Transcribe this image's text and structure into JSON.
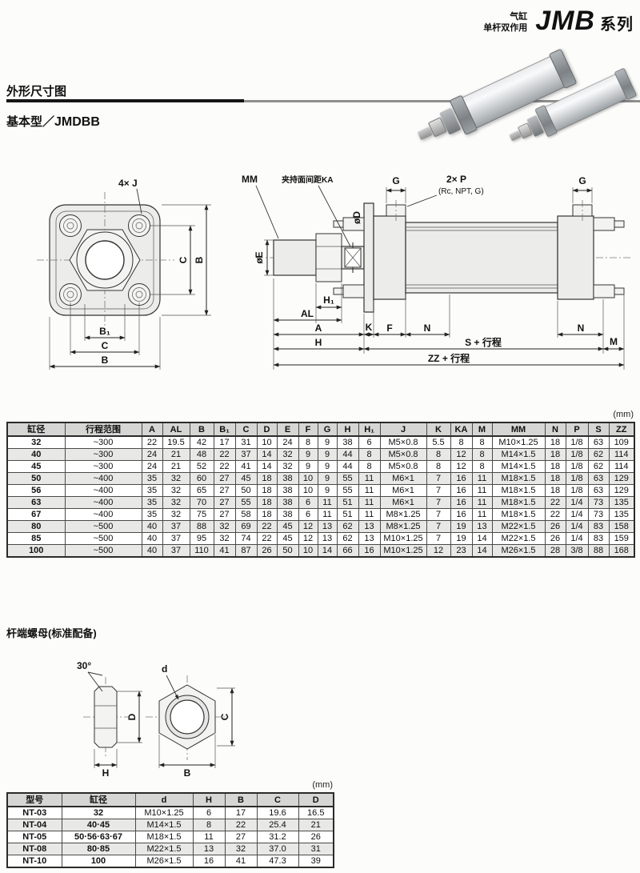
{
  "header": {
    "product_type_line1": "气缸",
    "product_type_line2": "单杆双作用",
    "series_name": "JMB",
    "series_suffix": "系列"
  },
  "sections": {
    "dimensions_title": "外形尺寸图",
    "basic_type_label": "基本型／",
    "basic_type_model": "JMDBB",
    "rod_nut_title": "杆端螺母(标准配备)"
  },
  "front_view": {
    "callout_4xj": "4× J",
    "c": "C",
    "b": "B",
    "b1": "B₁"
  },
  "side_view": {
    "mm": "MM",
    "ka_note": "夹持面间距KA",
    "g": "G",
    "p_count": "2× P",
    "p_types": "(Rc, NPT, G)",
    "dia_d": "øD",
    "dia_e": "øE",
    "h1": "H₁",
    "al": "AL",
    "a": "A",
    "k": "K",
    "f": "F",
    "n": "N",
    "s_stroke": "S + 行程",
    "m": "M",
    "h": "H",
    "zz_stroke": "ZZ + 行程"
  },
  "nut_view": {
    "angle": "30°",
    "d_dim": "D",
    "h_dim": "H",
    "thread": "d",
    "c_dim": "C",
    "b_dim": "B"
  },
  "main_table": {
    "unit": "(mm)",
    "headers": [
      "缸径",
      "行程范围",
      "A",
      "AL",
      "B",
      "B₁",
      "C",
      "D",
      "E",
      "F",
      "G",
      "H",
      "H₁",
      "J",
      "K",
      "KA",
      "M",
      "MM",
      "N",
      "P",
      "S",
      "ZZ"
    ],
    "rows": [
      [
        "32",
        "~300",
        "22",
        "19.5",
        "42",
        "17",
        "31",
        "10",
        "24",
        "8",
        "9",
        "38",
        "6",
        "M5×0.8",
        "5.5",
        "8",
        "8",
        "M10×1.25",
        "18",
        "1/8",
        "63",
        "109"
      ],
      [
        "40",
        "~300",
        "24",
        "21",
        "48",
        "22",
        "37",
        "14",
        "32",
        "9",
        "9",
        "44",
        "8",
        "M5×0.8",
        "8",
        "12",
        "8",
        "M14×1.5",
        "18",
        "1/8",
        "62",
        "114"
      ],
      [
        "45",
        "~300",
        "24",
        "21",
        "52",
        "22",
        "41",
        "14",
        "32",
        "9",
        "9",
        "44",
        "8",
        "M5×0.8",
        "8",
        "12",
        "8",
        "M14×1.5",
        "18",
        "1/8",
        "62",
        "114"
      ],
      [
        "50",
        "~400",
        "35",
        "32",
        "60",
        "27",
        "45",
        "18",
        "38",
        "10",
        "9",
        "55",
        "11",
        "M6×1",
        "7",
        "16",
        "11",
        "M18×1.5",
        "18",
        "1/8",
        "63",
        "129"
      ],
      [
        "56",
        "~400",
        "35",
        "32",
        "65",
        "27",
        "50",
        "18",
        "38",
        "10",
        "9",
        "55",
        "11",
        "M6×1",
        "7",
        "16",
        "11",
        "M18×1.5",
        "18",
        "1/8",
        "63",
        "129"
      ],
      [
        "63",
        "~400",
        "35",
        "32",
        "70",
        "27",
        "55",
        "18",
        "38",
        "6",
        "11",
        "51",
        "11",
        "M6×1",
        "7",
        "16",
        "11",
        "M18×1.5",
        "22",
        "1/4",
        "73",
        "135"
      ],
      [
        "67",
        "~400",
        "35",
        "32",
        "75",
        "27",
        "58",
        "18",
        "38",
        "6",
        "11",
        "51",
        "11",
        "M8×1.25",
        "7",
        "16",
        "11",
        "M18×1.5",
        "22",
        "1/4",
        "73",
        "135"
      ],
      [
        "80",
        "~500",
        "40",
        "37",
        "88",
        "32",
        "69",
        "22",
        "45",
        "12",
        "13",
        "62",
        "13",
        "M8×1.25",
        "7",
        "19",
        "13",
        "M22×1.5",
        "26",
        "1/4",
        "83",
        "158"
      ],
      [
        "85",
        "~500",
        "40",
        "37",
        "95",
        "32",
        "74",
        "22",
        "45",
        "12",
        "13",
        "62",
        "13",
        "M10×1.25",
        "7",
        "19",
        "14",
        "M22×1.5",
        "26",
        "1/4",
        "83",
        "159"
      ],
      [
        "100",
        "~500",
        "40",
        "37",
        "110",
        "41",
        "87",
        "26",
        "50",
        "10",
        "14",
        "66",
        "16",
        "M10×1.25",
        "12",
        "23",
        "14",
        "M26×1.5",
        "28",
        "3/8",
        "88",
        "168"
      ]
    ]
  },
  "nut_table": {
    "unit": "(mm)",
    "headers": [
      "型号",
      "缸径",
      "d",
      "H",
      "B",
      "C",
      "D"
    ],
    "rows": [
      [
        "NT-03",
        "32",
        "M10×1.25",
        "6",
        "17",
        "19.6",
        "16.5"
      ],
      [
        "NT-04",
        "40·45",
        "M14×1.5",
        "8",
        "22",
        "25.4",
        "21"
      ],
      [
        "NT-05",
        "50·56·63·67",
        "M18×1.5",
        "11",
        "27",
        "31.2",
        "26"
      ],
      [
        "NT-08",
        "80·85",
        "M22×1.5",
        "13",
        "32",
        "37.0",
        "31"
      ],
      [
        "NT-10",
        "100",
        "M26×1.5",
        "16",
        "41",
        "47.3",
        "39"
      ]
    ]
  }
}
